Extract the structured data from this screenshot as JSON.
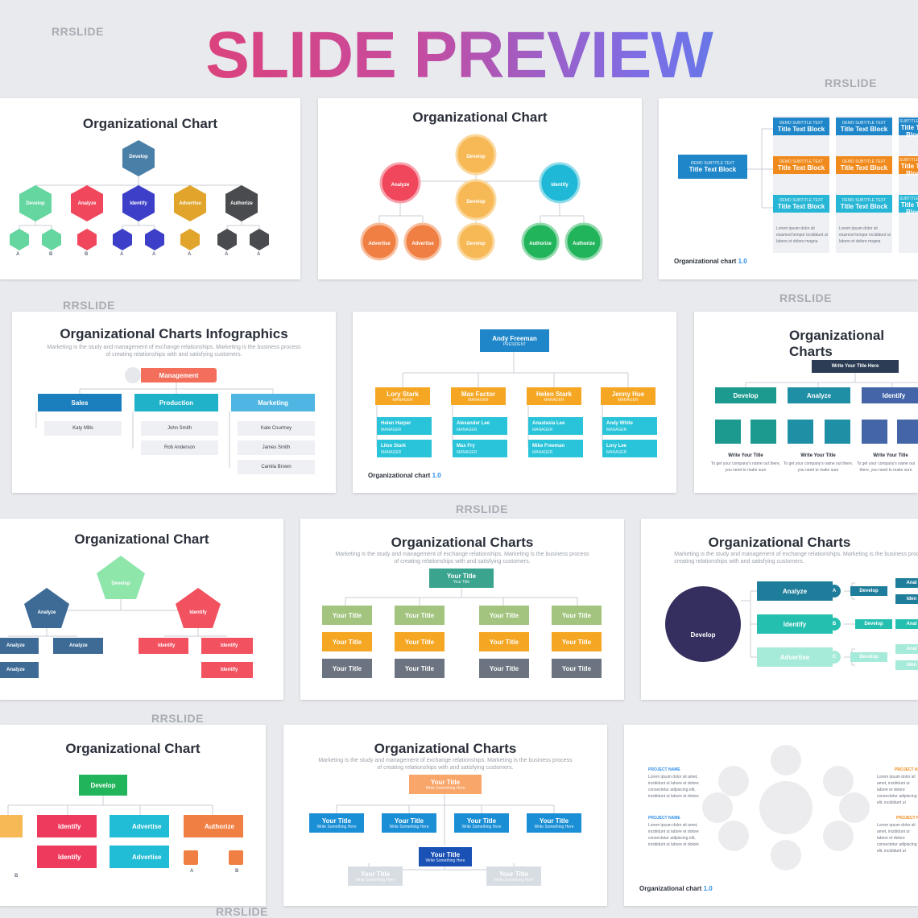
{
  "hero": {
    "title": "SLIDE PREVIEW",
    "watermark": "RRSLIDE"
  },
  "foot": {
    "label": "Organizational chart",
    "version": "1.0"
  },
  "s1": {
    "title": "Organizational Chart",
    "top": "Develop",
    "items": [
      "Develop",
      "Analyze",
      "Identify",
      "Advertise",
      "Authorize"
    ],
    "letters": [
      "A",
      "B",
      "A",
      "A",
      "A",
      "A",
      "A",
      "B"
    ]
  },
  "s2": {
    "title": "Organizational Chart",
    "nodes": [
      "Develop",
      "Analyze",
      "Identify",
      "Develop",
      "Advertise",
      "Advertise",
      "Develop",
      "Authorize",
      "Authorize"
    ]
  },
  "s3": {
    "root": "Title Text Block",
    "root_sub": "DEMO SUBTITLE TEXT",
    "cell_sub": "DEMO SUBTITLE TEXT",
    "cell": "Title Text Block",
    "lorem": "Lorem ipsum dolor sit eiusmod tempor incididunt ut labore et dolore magna"
  },
  "s4": {
    "title": "Organizational Charts Infographics",
    "subtitle": "Marketing is the study and management of exchange relationships. Marketing is the business process of creating relationships with and satisfying customers.",
    "root": "Management",
    "depts": [
      "Sales",
      "Production",
      "Marketing"
    ],
    "people": [
      "Katy Mills",
      "John Smith",
      "Rob Anderson",
      "Kate Courtney",
      "James Smith",
      "Camila Brown"
    ]
  },
  "s5": {
    "root": "Andy Freeman",
    "root_role": "PRESIDENT",
    "role": "MANAGER",
    "managers": [
      "Lory Stark",
      "Max Factor",
      "Helen Stark",
      "Jenny Hue"
    ],
    "staff": [
      "Helen Harper",
      "Liloo Stark",
      "Alexander Lee",
      "Max Fry",
      "Anastasia Lee",
      "Mike Freeman",
      "Andy White",
      "Lory Lee"
    ]
  },
  "s6": {
    "title": "Organizational Charts",
    "root": "Write Your Title Here",
    "cols": [
      "Develop",
      "Analyze",
      "Identify"
    ],
    "caption": "Write Your Title",
    "text": "To get your company's name out there, you need to make sure"
  },
  "s7": {
    "title": "Organizational Chart",
    "nodes": [
      "Develop",
      "Analyze",
      "Identify",
      "Analyze",
      "Analyze",
      "Analyze",
      "Identify",
      "Identify",
      "Identify"
    ]
  },
  "s8": {
    "title": "Organizational Charts",
    "subtitle": "Marketing is the study and management of exchange relationships. Marketing is the business process of creating relationships with and satisfying customers.",
    "root": "Your Title",
    "root_sub": "Your Title",
    "cell": "Your Title"
  },
  "s9": {
    "title": "Organizational Charts",
    "subtitle": "Marketing is the study and management of exchange relationships. Marketing is the business process of creating relationships with and satisfying customers.",
    "hub": "Develop",
    "rows": [
      "Analyze",
      "Identify",
      "Advertise"
    ],
    "letters": [
      "A",
      "B",
      "C"
    ],
    "sub": "Develop",
    "far": [
      "Anal",
      "Iden",
      "Anal",
      "Anal",
      "Iden"
    ]
  },
  "s10": {
    "title": "Organizational Chart",
    "top": "Develop",
    "items": [
      "Identify",
      "Advertise",
      "Authorize",
      "Identify",
      "Advertise"
    ],
    "letters": [
      "B",
      "A",
      "B"
    ]
  },
  "s11": {
    "title": "Organizational Charts",
    "subtitle": "Marketing is the study and management of exchange relationships. Marketing is the business process of creating relationships with and satisfying customers.",
    "cell": "Your Title",
    "cell_sub": "Write Something Here"
  },
  "s12": {
    "project": "PROJECT NAME",
    "project_r": "PROJECT N",
    "lorem": "Lorem ipsum dolor sit amet, incididunt ut labore et dolore consectetur adipiscing elit, incididunt ut labore et dolore"
  }
}
